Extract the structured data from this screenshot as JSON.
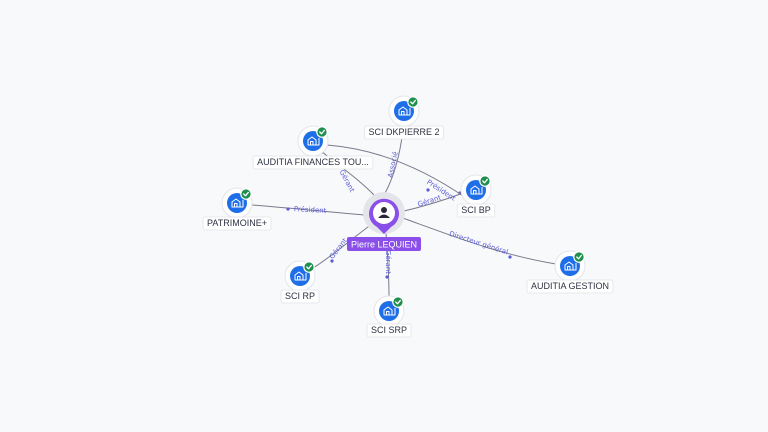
{
  "center": {
    "name": "Pierre LEQUIEN",
    "icon": "person-icon"
  },
  "companies": [
    {
      "id": "sci-dkpierre-2",
      "label": "SCI DKPIERRE 2",
      "relation": "Associé",
      "verified": true,
      "icon": "building-icon"
    },
    {
      "id": "auditia-finances",
      "label": "AUDITIA FINANCES TOU...",
      "relation": "Gérant",
      "verified": true,
      "icon": "building-icon"
    },
    {
      "id": "patrimoine-plus",
      "label": "PATRIMOINE+",
      "relation": "Président",
      "verified": true,
      "icon": "building-icon"
    },
    {
      "id": "sci-bp",
      "label": "SCI BP",
      "relation": "Gérant",
      "verified": true,
      "icon": "building-icon"
    },
    {
      "id": "sci-bp-president",
      "label": "",
      "relation": "Président",
      "verified": false,
      "icon": ""
    },
    {
      "id": "auditia-gestion",
      "label": "AUDITIA GESTION",
      "relation": "Directeur général",
      "verified": true,
      "icon": "building-icon"
    },
    {
      "id": "sci-rp",
      "label": "SCI RP",
      "relation": "Gérant",
      "verified": true,
      "icon": "building-icon"
    },
    {
      "id": "sci-srp",
      "label": "SCI SRP",
      "relation": "Gérant",
      "verified": true,
      "icon": "building-icon"
    }
  ],
  "colors": {
    "accent": "#8a4fe8",
    "node": "#1e6ee8",
    "verified": "#1f8f4e",
    "relation_text": "#5b5bd6"
  }
}
